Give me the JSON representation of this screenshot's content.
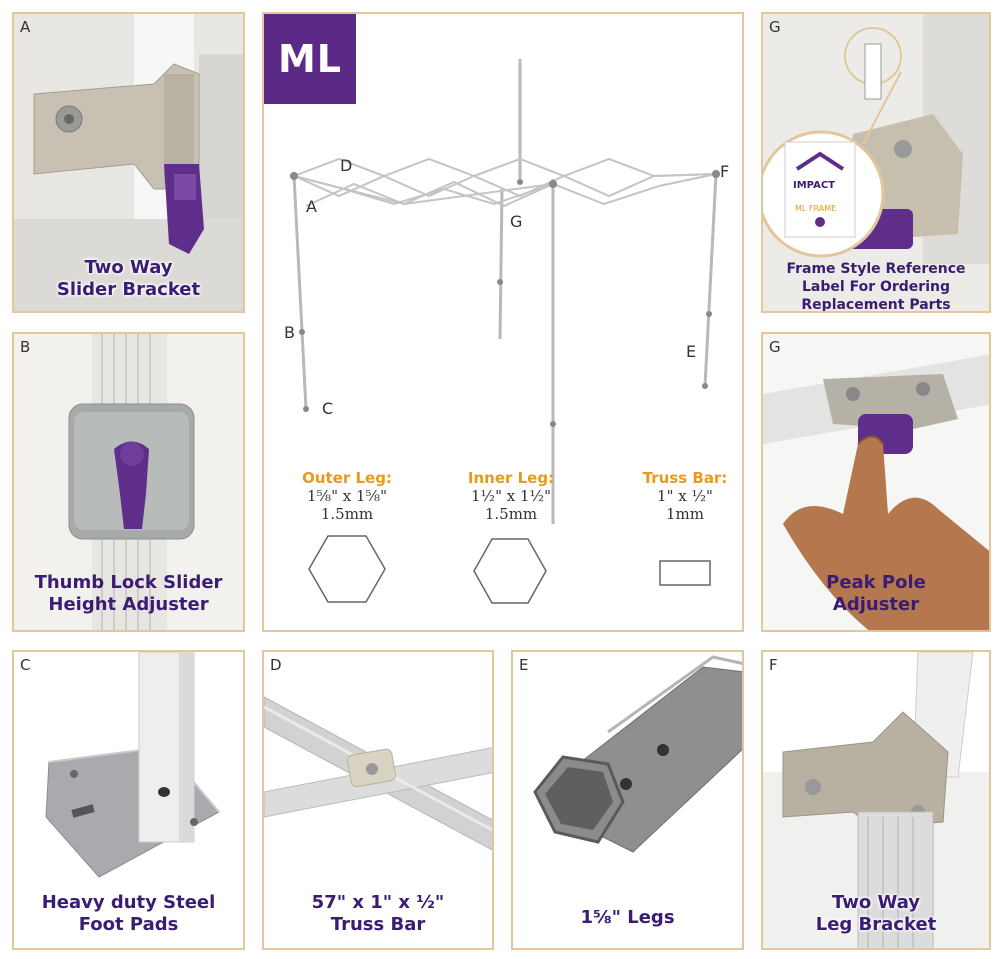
{
  "center": {
    "badge": "ML",
    "frame_labels": {
      "a": "A",
      "b": "B",
      "c": "C",
      "d": "D",
      "e": "E",
      "f": "F",
      "g": "G"
    },
    "specs": [
      {
        "title": "Outer Leg:",
        "size": "1⅝\" x 1⅝\"",
        "thickness": "1.5mm"
      },
      {
        "title": "Inner Leg:",
        "size": "1½\" x 1½\"",
        "thickness": "1.5mm"
      },
      {
        "title": "Truss Bar:",
        "size": "1\" x ½\"",
        "thickness": "1mm"
      }
    ]
  },
  "panels": {
    "a_top": {
      "letter": "A",
      "caption": [
        "Two Way",
        "Slider Bracket"
      ]
    },
    "b": {
      "letter": "B",
      "caption": [
        "Thumb Lock Slider",
        "Height Adjuster"
      ]
    },
    "g_top": {
      "letter": "G",
      "caption": [
        "Frame Style Reference",
        "Label For Ordering",
        "Replacement Parts"
      ],
      "label_logo": "IMPACT",
      "label_text": "ML FRAME"
    },
    "g_mid": {
      "letter": "G",
      "caption": [
        "Peak Pole",
        "Adjuster"
      ]
    },
    "c": {
      "letter": "C",
      "caption": [
        "Heavy duty Steel",
        "Foot Pads"
      ]
    },
    "d": {
      "letter": "D",
      "caption": [
        "57\" x 1\" x ½\"",
        "Truss Bar"
      ]
    },
    "e": {
      "letter": "E",
      "caption": [
        "1⅝\" Legs"
      ]
    },
    "f": {
      "letter": "F",
      "caption": [
        "Two Way",
        "Leg Bracket"
      ]
    }
  },
  "colors": {
    "border": "#e2c79b",
    "caption": "#3a1d73",
    "badge": "#5b2a86",
    "spec_title": "#e89a1c",
    "bracket_purple": "#5e2e8a"
  }
}
